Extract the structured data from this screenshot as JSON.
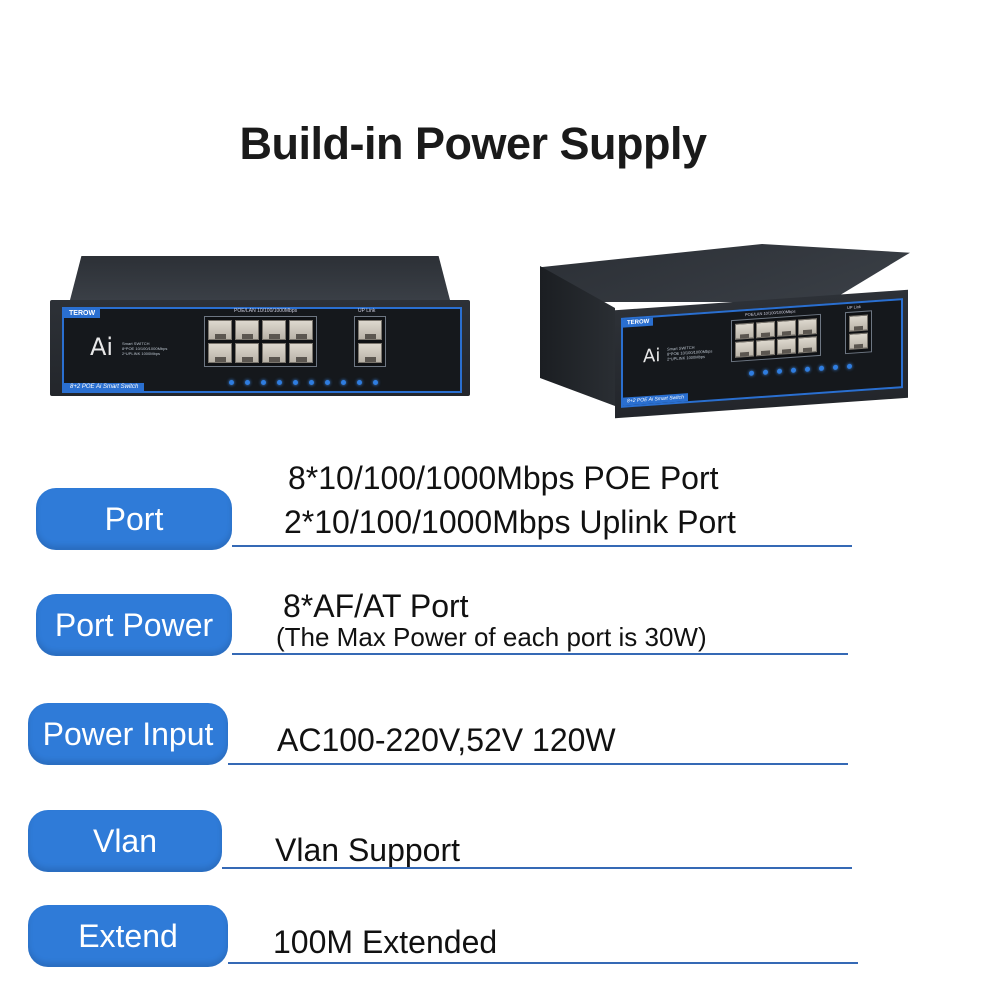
{
  "title": "Build-in Power Supply",
  "product": {
    "brand": "TEROW",
    "logo_text": "Ai",
    "spec_lines": "Smart SWITCH\n8*POE 10/100/1000Mbps\n2*UPLINK 1000Mbps",
    "footer_label": "8+2 POE Ai Smart Switch",
    "poe_label": "POE/LAN 10/100/1000Mbps",
    "uplink_label": "UP Link",
    "poe_port_count": 8,
    "uplink_port_count": 2
  },
  "specs": [
    {
      "label": "Port",
      "lines": [
        "8*10/100/1000Mbps POE Port",
        "2*10/100/1000Mbps Uplink Port"
      ]
    },
    {
      "label": "Port Power",
      "lines": [
        "8*AF/AT Port",
        "(The Max Power of each port is 30W)"
      ]
    },
    {
      "label": "Power Input",
      "lines": [
        "AC100-220V,52V 120W"
      ]
    },
    {
      "label": "Vlan",
      "lines": [
        "Vlan Support"
      ]
    },
    {
      "label": "Extend",
      "lines": [
        "100M Extended"
      ]
    }
  ],
  "colors": {
    "accent": "#2f7bd8",
    "underline": "#3569b5",
    "title": "#1a1a1a"
  }
}
